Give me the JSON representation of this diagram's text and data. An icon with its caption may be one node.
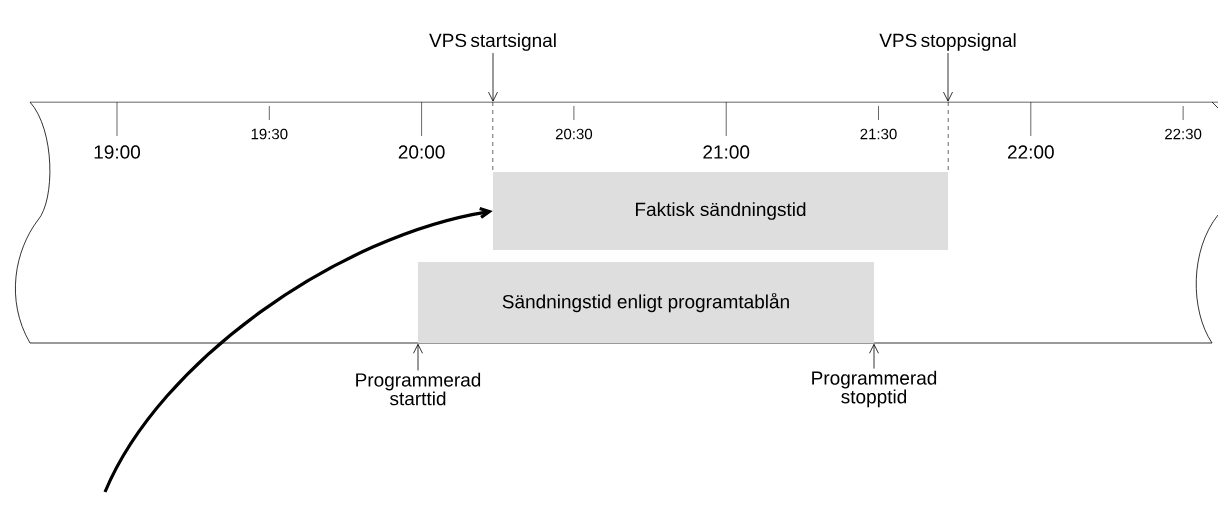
{
  "diagram": {
    "nodes": [
      {
        "text": [
          "19:00",
          "19:30",
          "20:00",
          "20:30",
          "21:00",
          "21:30",
          "22:00",
          "22:30"
        ]
      },
      {
        "text": [
          "VPS startsignal"
        ]
      },
      {
        "text": [
          "VPS stoppsignal"
        ]
      },
      {
        "text": [
          "Faktisk sändningstid"
        ],
        "in": 0
      },
      {
        "text": [
          "Sändningstid enligt programtablån"
        ],
        "in": 0
      },
      {
        "text": [
          "Programmerad starttid"
        ]
      },
      {
        "text": [
          "Programmerad stopptid"
        ]
      }
    ],
    "edges": [
      {
        "from": 1,
        "to": 0,
        "arrow": "to"
      },
      {
        "from": 2,
        "to": 0,
        "arrow": "to"
      },
      {
        "from": 5,
        "to": 0,
        "arrow": "to"
      },
      {
        "from": 6,
        "to": 0,
        "arrow": "to"
      },
      {
        "from": null,
        "to": 3,
        "arrow": "to",
        "style": "thick"
      },
      {
        "from": 0,
        "to": 3,
        "arrow": "none",
        "style": "dashed"
      },
      {
        "from": 0,
        "to": 3,
        "arrow": "none",
        "style": "dashed"
      }
    ]
  }
}
